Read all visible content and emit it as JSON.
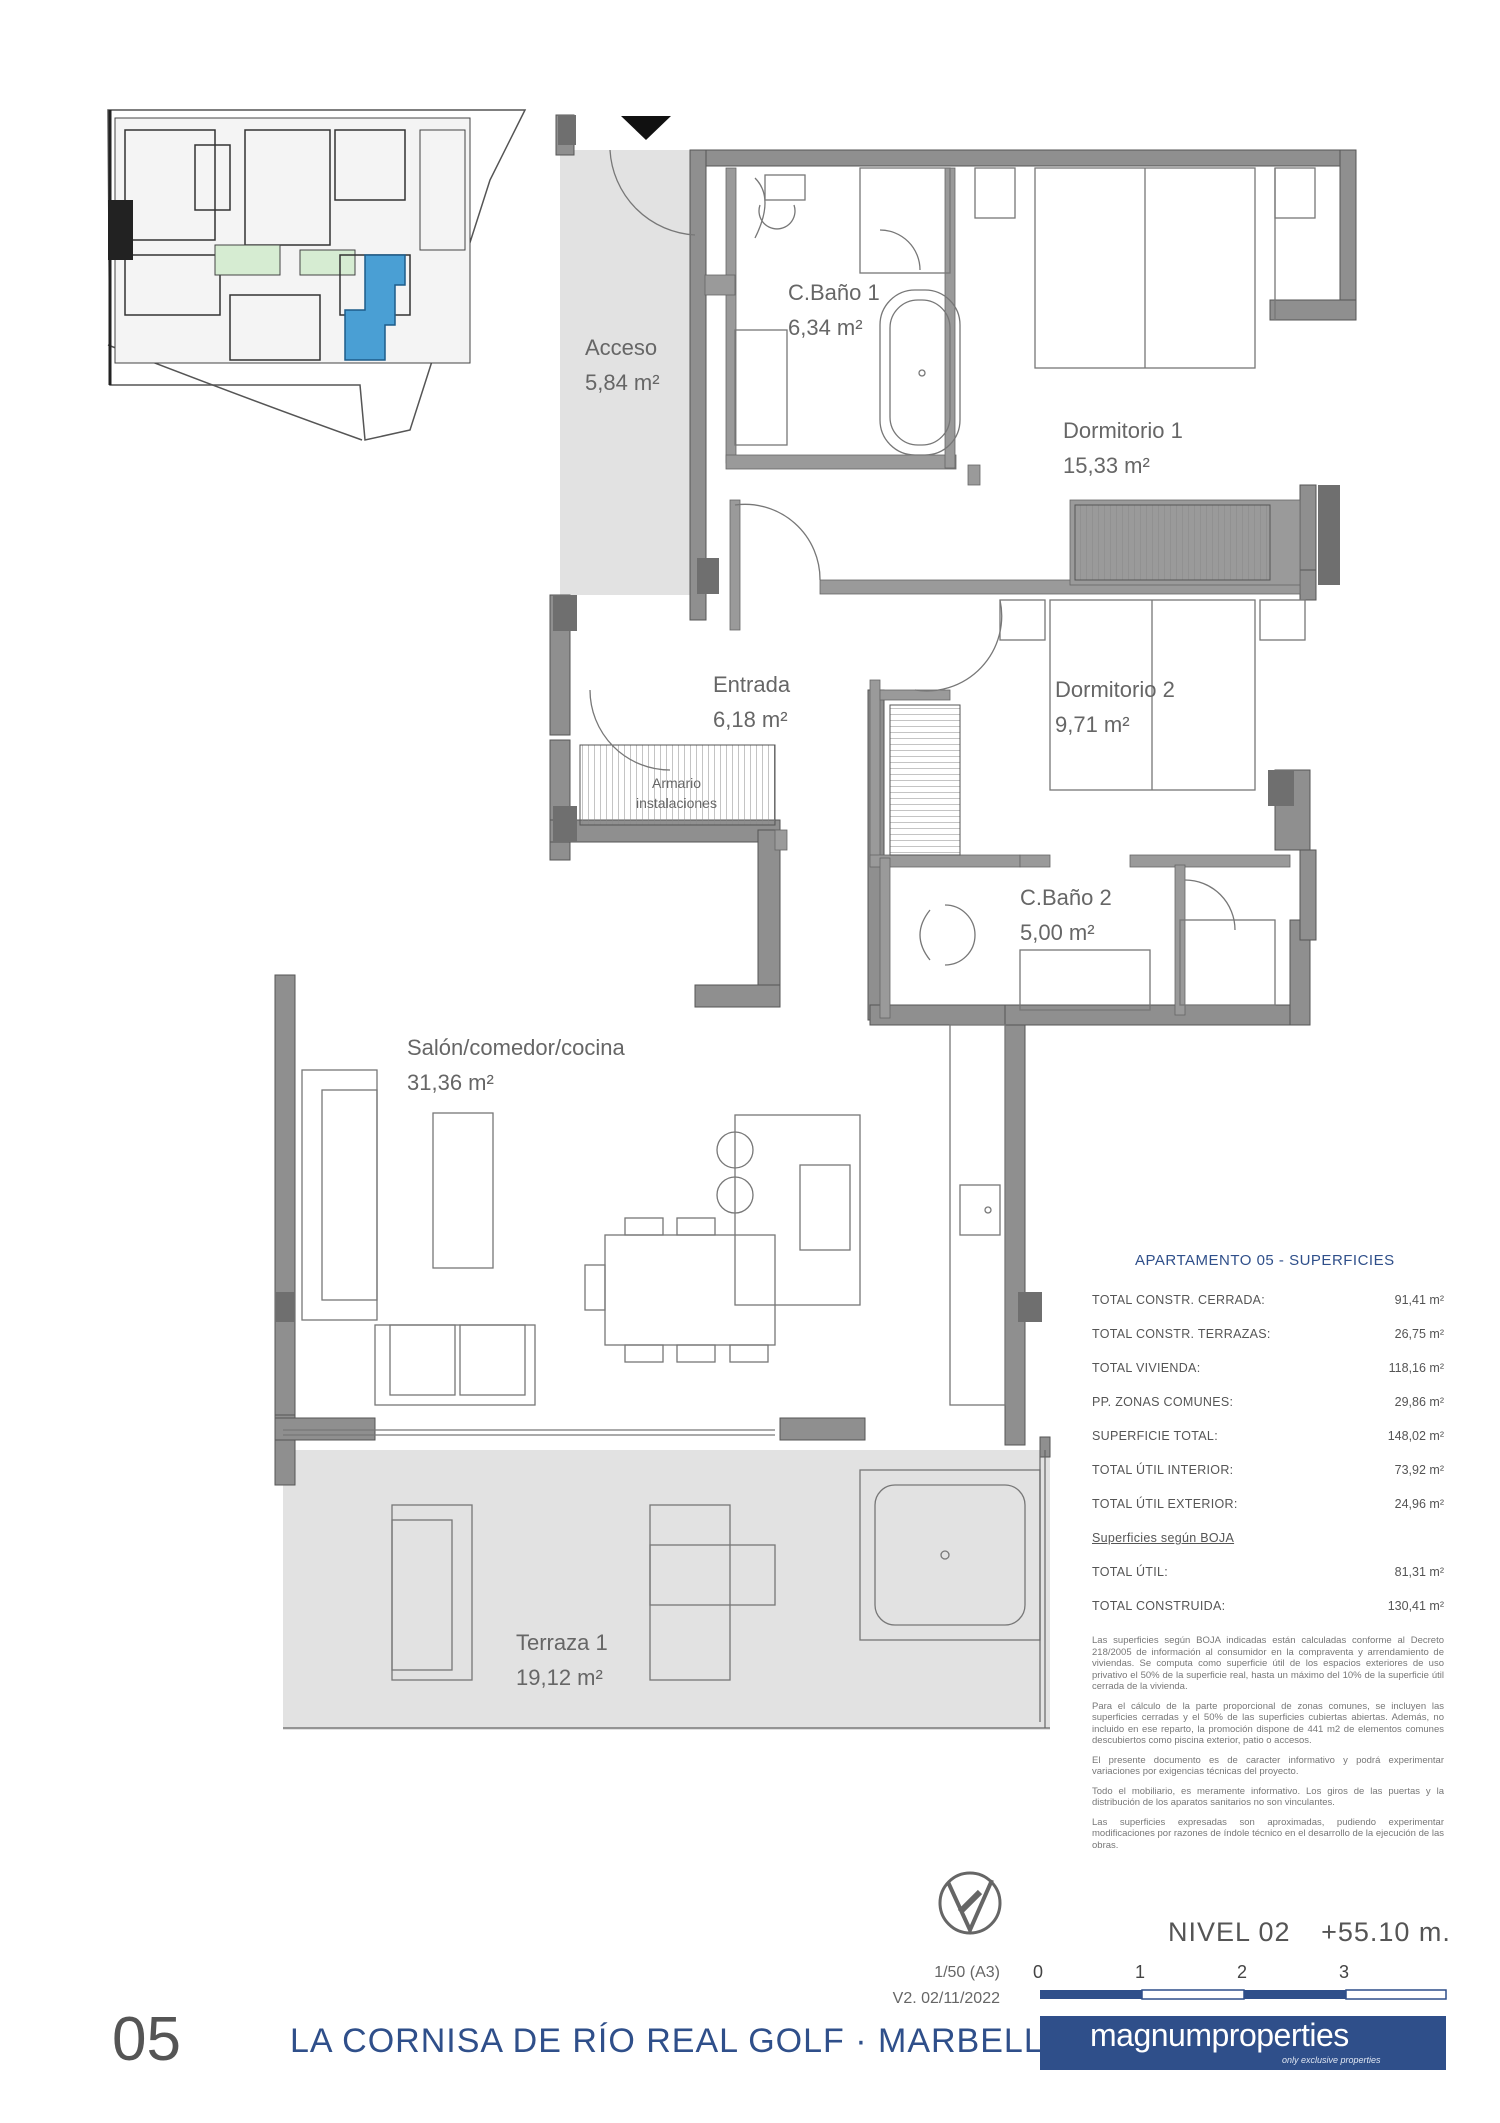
{
  "rooms": {
    "acceso": {
      "name": "Acceso",
      "area": "5,84 m²"
    },
    "bano1": {
      "name": "C.Baño 1",
      "area": "6,34 m²"
    },
    "dormitorio1": {
      "name": "Dormitorio 1",
      "area": "15,33 m²"
    },
    "entrada": {
      "name": "Entrada",
      "area": "6,18 m²"
    },
    "dormitorio2": {
      "name": "Dormitorio 2",
      "area": "9,71 m²"
    },
    "armario": {
      "name1": "Armario",
      "name2": "instalaciones"
    },
    "bano2": {
      "name": "C.Baño 2",
      "area": "5,00 m²"
    },
    "salon": {
      "name": "Salón/comedor/cocina",
      "area": "31,36 m²"
    },
    "terraza": {
      "name": "Terraza 1",
      "area": "19,12 m²"
    }
  },
  "surfaces": {
    "title": "APARTAMENTO 05 - SUPERFICIES",
    "rows": [
      {
        "label": "TOTAL CONSTR. CERRADA:",
        "value": "91,41 m²"
      },
      {
        "label": "TOTAL CONSTR. TERRAZAS:",
        "value": "26,75 m²"
      },
      {
        "label": "TOTAL VIVIENDA:",
        "value": "118,16 m²"
      },
      {
        "label": "PP. ZONAS COMUNES:",
        "value": "29,86 m²"
      },
      {
        "label": "SUPERFICIE TOTAL:",
        "value": "148,02 m²"
      },
      {
        "label": "TOTAL ÚTIL INTERIOR:",
        "value": "73,92 m²"
      },
      {
        "label": "TOTAL ÚTIL EXTERIOR:",
        "value": "24,96 m²"
      }
    ],
    "boja_link": "Superficies según BOJA",
    "boja_rows": [
      {
        "label": "TOTAL ÚTIL:",
        "value": "81,31 m²"
      },
      {
        "label": "TOTAL CONSTRUIDA:",
        "value": "130,41 m²"
      }
    ],
    "notes": [
      "Las superficies según BOJA indicadas están calculadas conforme al Decreto 218/2005 de información al consumidor en la compraventa y arrendamiento de viviendas. Se computa como superficie útil de los espacios exteriores de uso privativo el 50% de la superficie real, hasta un máximo del 10% de la superficie útil cerrada de la vivienda.",
      "Para el cálculo de la parte proporcional de zonas comunes, se incluyen las superficies cerradas y el 50% de las superficies cubiertas abiertas. Además, no incluido en ese reparto, la promoción dispone de 441 m2 de elementos comunes descubiertos como piscina exterior, patio o accesos.",
      "El presente documento es de caracter informativo y podrá experimentar variaciones por exigencias técnicas del proyecto.",
      "Todo el mobiliario, es meramente informativo. Los giros de las puertas y la distribución de los aparatos sanitarios no son vinculantes.",
      "Las superficies expresadas son aproximadas, pudiendo experimentar modificaciones por razones de índole técnico en el desarrollo de la ejecución de las obras."
    ]
  },
  "level": {
    "nivel": "NIVEL 02",
    "elevation": "+55.10 m."
  },
  "scale": {
    "ratio": "1/50 (A3)",
    "version": "V2. 02/11/2022",
    "ticks": [
      "0",
      "1",
      "2",
      "3"
    ]
  },
  "footer": {
    "number": "05",
    "project": "LA CORNISA DE RÍO REAL GOLF · MARBELLA"
  },
  "brand": {
    "name": "magnumproperties",
    "tagline": "only exclusive properties"
  },
  "colors": {
    "accent": "#2f4f8a",
    "highlight": "#4a9fd4",
    "wall": "#8a8a8a",
    "floor_grey": "#e2e2e2"
  }
}
